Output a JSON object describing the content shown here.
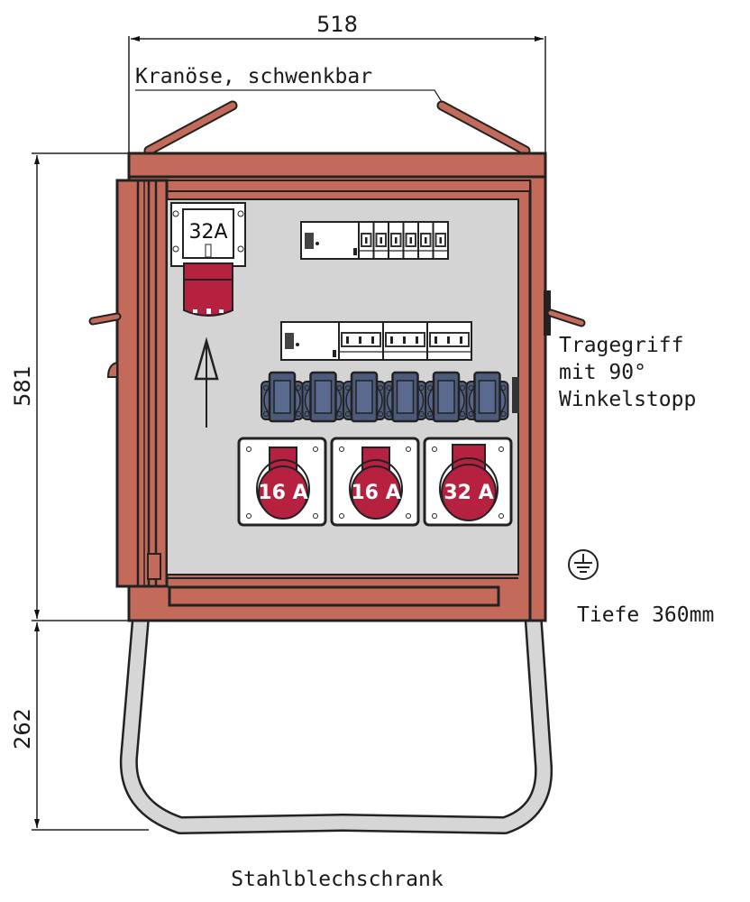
{
  "dimensions": {
    "width": "518",
    "height_cabinet": "581",
    "height_stand": "262"
  },
  "annotations": {
    "crane_eye": "Kranöse, schwenkbar",
    "handle_line1": "Tragegriff",
    "handle_line2": "mit 90°",
    "handle_line3": "Winkelstopp",
    "depth": "Tiefe 360mm",
    "caption": "Stahlblechschrank"
  },
  "inlet": {
    "rating": "32A"
  },
  "cee_sockets": [
    {
      "rating": "16 A"
    },
    {
      "rating": "16 A"
    },
    {
      "rating": "32 A"
    }
  ],
  "schuko_sockets_count": 6,
  "breaker_rows": [
    {
      "rcd": 1,
      "mcb_count": 6
    },
    {
      "rcd": 1,
      "mcb_groups": 3
    }
  ],
  "icons": {
    "ground": "ground-icon",
    "arrow": "arrow-up-icon"
  },
  "colors": {
    "frame": "#c46a5a",
    "outline": "#222222",
    "panel": "#d4d4d4",
    "cee_red": "#b5213f",
    "schuko": "#4d5b7a",
    "stand": "#d6d6d6"
  }
}
